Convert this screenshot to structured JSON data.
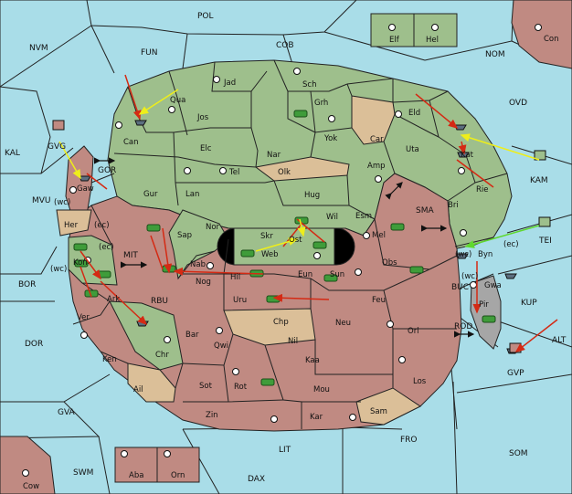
{
  "board": {
    "colors": {
      "sea": "#a9dde8",
      "green": "#9ebf8c",
      "red": "#c08a82",
      "tan": "#dbbf98",
      "gray": "#a6a6a6",
      "border": "#222222",
      "unit": "#3f9c3a",
      "order_red": "#d42a14",
      "order_yellow": "#eeee1a",
      "order_green": "#5fd82e"
    },
    "sea_labels": {
      "POL": "POL",
      "NVM": "NVM",
      "FUN": "FUN",
      "COB": "COB",
      "NOM": "NOM",
      "OVD": "OVD",
      "KAL": "KAL",
      "MVU": "MVU",
      "BOR": "BOR",
      "DOR": "DOR",
      "GVA": "GVA",
      "SWM": "SWM",
      "LIT": "LIT",
      "DAX": "DAX",
      "FRO": "FRO",
      "SOM": "SOM",
      "ALT": "ALT",
      "KUP": "KUP",
      "TEI": "TEI",
      "KAM": "KAM",
      "GVG": "GVG",
      "GVP": "GVP",
      "SMA": "SMA",
      "MIT": "MIT",
      "RBU": "RBU",
      "BUC": "BUC",
      "ROD": "ROD",
      "GOR": "GOR"
    },
    "land_labels": {
      "Con": "Con",
      "Cow": "Cow",
      "Elf": "Elf",
      "Hel": "Hel",
      "Aba": "Aba",
      "Orn": "Orn",
      "Jad": "Jad",
      "Sch": "Sch",
      "Qua": "Qua",
      "Jos": "Jos",
      "Grh": "Grh",
      "Eld": "Eld",
      "Can": "Can",
      "Yok": "Yok",
      "Car": "Car",
      "Elc": "Elc",
      "Nar": "Nar",
      "Uta": "Uta",
      "Kat": "Kat",
      "Tel": "Tel",
      "Olk": "Olk",
      "Amp": "Amp",
      "Gaw": "Gaw",
      "Gur": "Gur",
      "Lan": "Lan",
      "Hug": "Hug",
      "Rie": "Rie",
      "Bri": "Bri",
      "Wil": "Wil",
      "Esm": "Esm",
      "Nor": "Nor",
      "Skr": "Skr",
      "Her": "Her",
      "Sap": "Sap",
      "Ost": "Ost",
      "Mel": "Mel",
      "Web": "Web",
      "Kon": "Kon",
      "Nab": "Nab",
      "Byn": "Byn",
      "Obs": "Obs",
      "Eun": "Eun",
      "Sun": "Sun",
      "Hil": "Hil",
      "Nog": "Nog",
      "Gwa": "Gwa",
      "Ark": "Ark",
      "Uru": "Uru",
      "Feu": "Feu",
      "Pir": "Pir",
      "Ver": "Ver",
      "Chp": "Chp",
      "Neu": "Neu",
      "Orl": "Orl",
      "Bar": "Bar",
      "Chr": "Chr",
      "Qwi": "Qwi",
      "Nil": "Nil",
      "Ken": "Ken",
      "Kaa": "Kaa",
      "Sot": "Sot",
      "Rot": "Rot",
      "Mou": "Mou",
      "Los": "Los",
      "Ail": "Ail",
      "Zin": "Zin",
      "Kar": "Kar",
      "Sam": "Sam"
    },
    "coast_labels": {
      "wc": "(wc)",
      "ec": "(ec)"
    }
  }
}
